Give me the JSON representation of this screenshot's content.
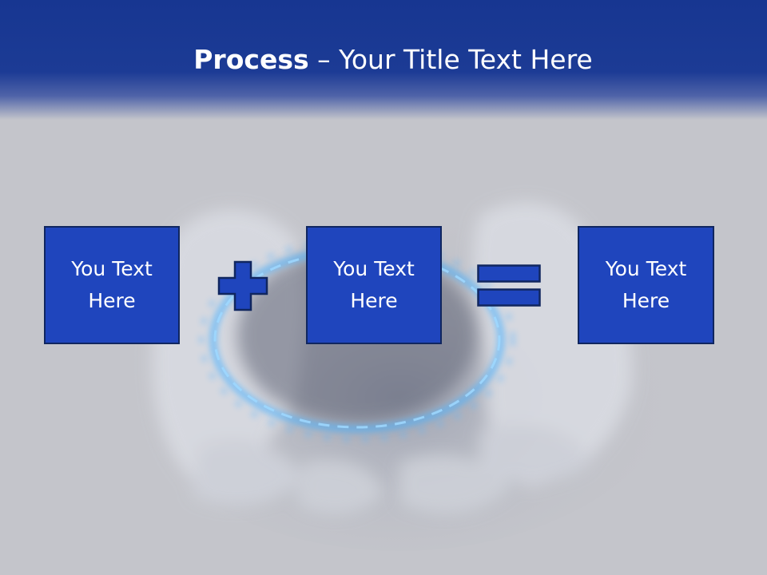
{
  "title": {
    "bold": "Process",
    "rest": " – Your Title Text Here"
  },
  "boxes": [
    {
      "text": "You Text Here"
    },
    {
      "text": "You Text Here"
    },
    {
      "text": "You Text Here"
    }
  ],
  "operators": [
    "plus-icon",
    "equals-icon"
  ],
  "colors": {
    "header": "#1b3a95",
    "background": "#c4c5cb",
    "box_fill": "#1f45bd",
    "box_border": "#10265f",
    "flame": "#4fb4ff"
  }
}
